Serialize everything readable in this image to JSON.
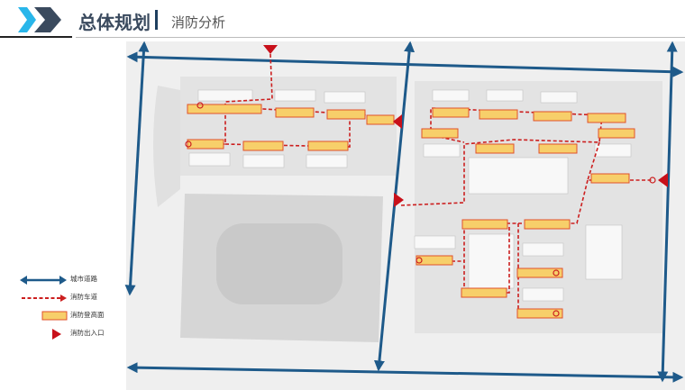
{
  "header": {
    "title": "总体规划",
    "subtitle": "消防分析"
  },
  "legend": [
    {
      "label": "城市道路",
      "icon": "blue-double-arrow-icon"
    },
    {
      "label": "消防车道",
      "icon": "red-dashed-arrow-icon"
    },
    {
      "label": "消防登高面",
      "icon": "yellow-rect-icon"
    },
    {
      "label": "消防出入口",
      "icon": "red-triangle-icon"
    }
  ],
  "colors": {
    "road": "#1e5a8a",
    "fire_lane": "#cc1f1f",
    "climbing_face": "#f7cf6a",
    "entrance": "#c8101a",
    "accent_chevron": "#29b6ea",
    "dark_chevron": "#3a4a5e"
  }
}
